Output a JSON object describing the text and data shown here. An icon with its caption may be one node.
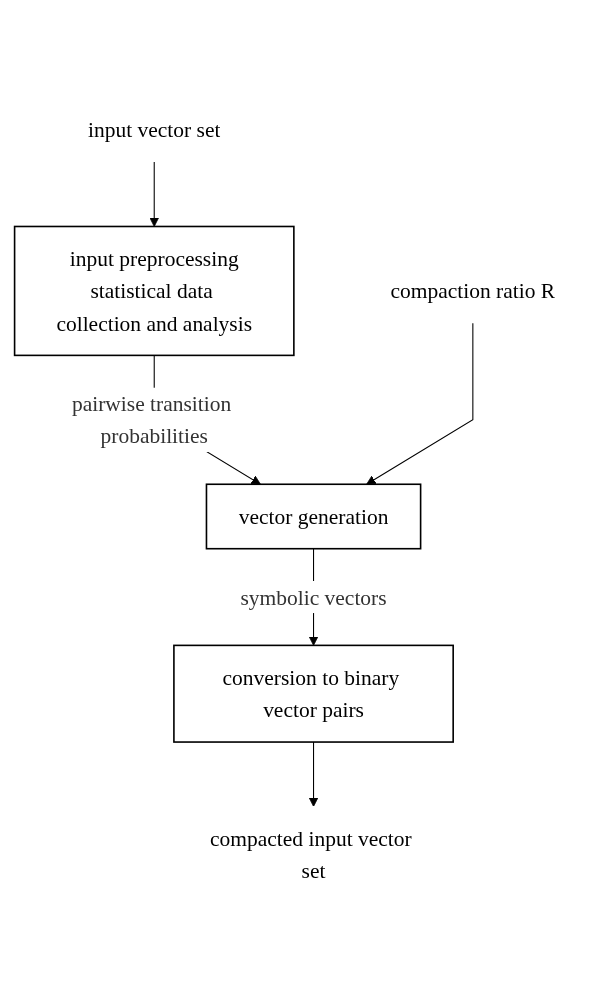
{
  "diagram": {
    "nodes": [
      {
        "text": [
          "input vector set"
        ]
      },
      {
        "text": [
          "input preprocessing",
          "statistical data collection and analysis"
        ]
      },
      {
        "text": [
          "vector generation"
        ]
      },
      {
        "text": [
          "compaction ratio R"
        ]
      },
      {
        "text": [
          "conversion to binary vector pairs"
        ]
      },
      {
        "text": [
          "compacted input vector set"
        ]
      }
    ],
    "edges": [
      {
        "from": 0,
        "to": 1,
        "arrow": "to"
      },
      {
        "from": 1,
        "to": 2,
        "arrow": "to",
        "label": "pairwise transition probabilities"
      },
      {
        "from": 3,
        "to": 2,
        "arrow": "to"
      },
      {
        "from": 2,
        "to": 4,
        "arrow": "to",
        "label": "symbolic vectors"
      },
      {
        "from": 4,
        "to": 5,
        "arrow": "to"
      }
    ]
  }
}
